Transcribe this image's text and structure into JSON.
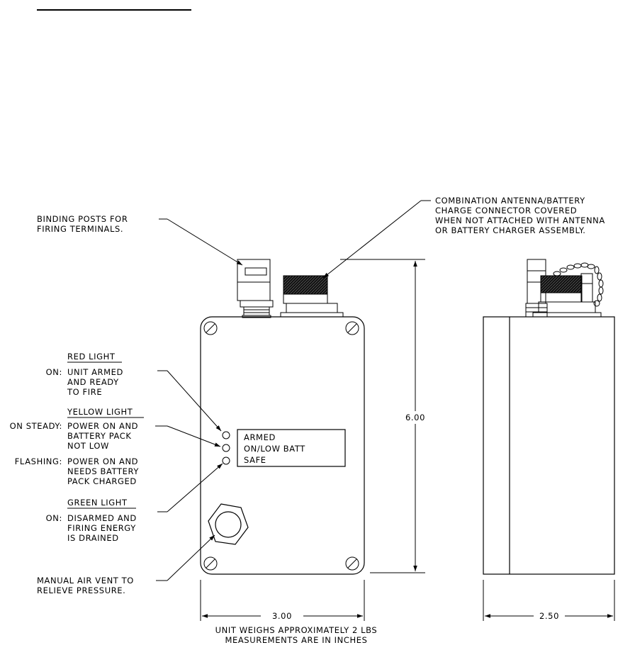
{
  "annotations": {
    "binding_posts": [
      "BINDING POSTS FOR",
      "FIRING TERMINALS."
    ],
    "antenna_connector": [
      "COMBINATION ANTENNA/BATTERY",
      "CHARGE CONNECTOR COVERED",
      "WHEN NOT ATTACHED WITH ANTENNA",
      "OR BATTERY CHARGER ASSEMBLY."
    ],
    "red_light": {
      "heading": "RED LIGHT",
      "prefix": "ON:",
      "lines": [
        "UNIT ARMED",
        "AND READY",
        "TO FIRE"
      ]
    },
    "yellow_light": {
      "heading": "YELLOW LIGHT",
      "steady_prefix": "ON STEADY:",
      "steady_lines": [
        "POWER ON AND",
        "BATTERY PACK",
        "NOT LOW"
      ],
      "flashing_prefix": "FLASHING:",
      "flashing_lines": [
        "POWER ON AND",
        "NEEDS BATTERY",
        "PACK CHARGED"
      ]
    },
    "green_light": {
      "heading": "GREEN LIGHT",
      "prefix": "ON:",
      "lines": [
        "DISARMED AND",
        "FIRING ENERGY",
        "IS DRAINED"
      ]
    },
    "air_vent": [
      "MANUAL AIR VENT TO",
      "RELIEVE PRESSURE."
    ]
  },
  "panel_labels": [
    "ARMED",
    "ON/LOW BATT",
    "SAFE"
  ],
  "dimensions": {
    "height": "6.00",
    "width": "3.00",
    "depth": "2.50"
  },
  "footer": [
    "UNIT WEIGHS APPROXIMATELY 2 LBS",
    "MEASUREMENTS ARE IN INCHES"
  ]
}
